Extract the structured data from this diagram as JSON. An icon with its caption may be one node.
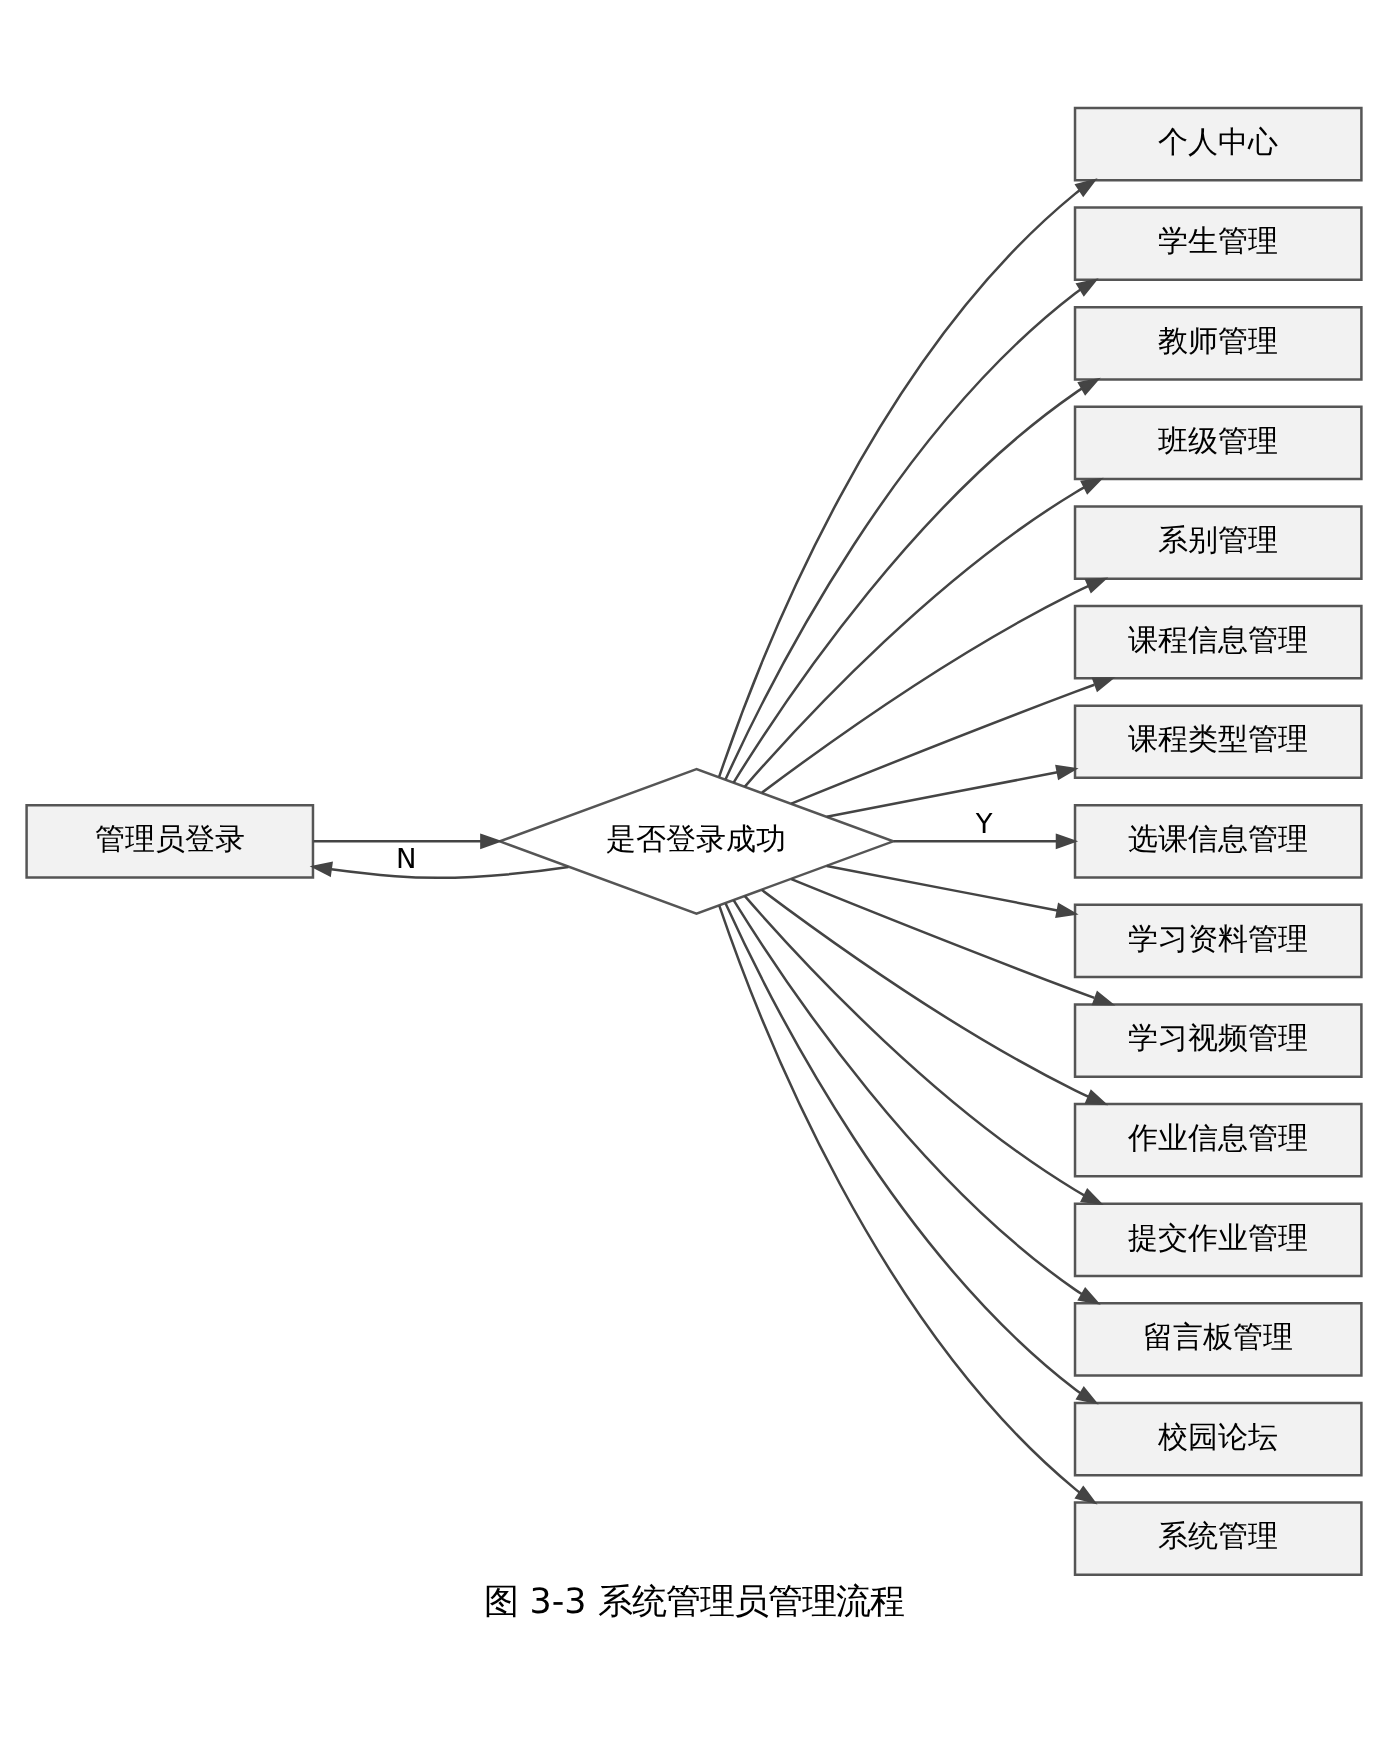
{
  "diagram": {
    "caption": "图 3-3 系统管理员管理流程",
    "nodes": [
      {
        "text": [
          "管理员登录"
        ]
      },
      {
        "text": [
          "是否登录成功"
        ]
      },
      {
        "text": [
          "个人中心"
        ]
      },
      {
        "text": [
          "学生管理"
        ]
      },
      {
        "text": [
          "教师管理"
        ]
      },
      {
        "text": [
          "班级管理"
        ]
      },
      {
        "text": [
          "系别管理"
        ]
      },
      {
        "text": [
          "课程信息管理"
        ]
      },
      {
        "text": [
          "课程类型管理"
        ]
      },
      {
        "text": [
          "选课信息管理"
        ]
      },
      {
        "text": [
          "学习资料管理"
        ]
      },
      {
        "text": [
          "学习视频管理"
        ]
      },
      {
        "text": [
          "作业信息管理"
        ]
      },
      {
        "text": [
          "提交作业管理"
        ]
      },
      {
        "text": [
          "留言板管理"
        ]
      },
      {
        "text": [
          "校园论坛"
        ]
      },
      {
        "text": [
          "系统管理"
        ]
      }
    ],
    "edges": [
      {
        "from": 0,
        "to": 1,
        "arrow": "to"
      },
      {
        "from": 1,
        "to": 0,
        "arrow": "to",
        "label": "N"
      },
      {
        "from": 1,
        "to": 2,
        "arrow": "to"
      },
      {
        "from": 1,
        "to": 3,
        "arrow": "to"
      },
      {
        "from": 1,
        "to": 4,
        "arrow": "to"
      },
      {
        "from": 1,
        "to": 5,
        "arrow": "to"
      },
      {
        "from": 1,
        "to": 6,
        "arrow": "to"
      },
      {
        "from": 1,
        "to": 7,
        "arrow": "to"
      },
      {
        "from": 1,
        "to": 8,
        "arrow": "to"
      },
      {
        "from": 1,
        "to": 9,
        "arrow": "to",
        "label": "Y"
      },
      {
        "from": 1,
        "to": 10,
        "arrow": "to"
      },
      {
        "from": 1,
        "to": 11,
        "arrow": "to"
      },
      {
        "from": 1,
        "to": 12,
        "arrow": "to"
      },
      {
        "from": 1,
        "to": 13,
        "arrow": "to"
      },
      {
        "from": 1,
        "to": 14,
        "arrow": "to"
      },
      {
        "from": 1,
        "to": 15,
        "arrow": "to"
      },
      {
        "from": 1,
        "to": 16,
        "arrow": "to"
      }
    ]
  }
}
